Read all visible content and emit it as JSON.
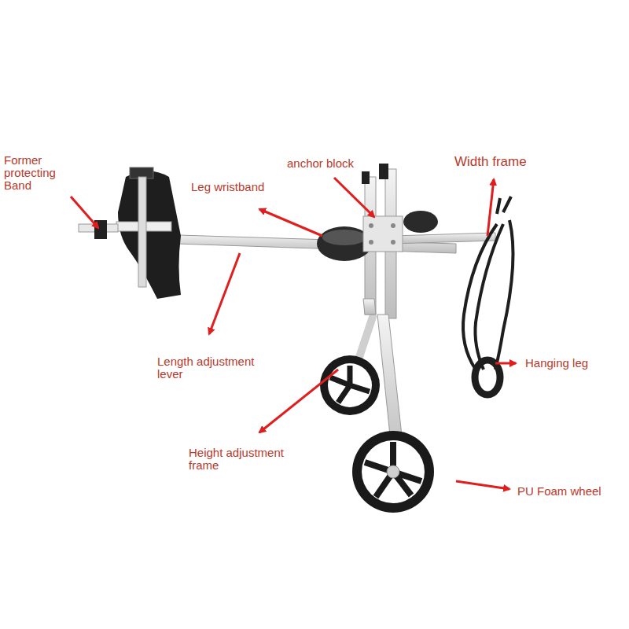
{
  "diagram": {
    "labels": [
      "Former protecting Band",
      "anchor block",
      "Width frame",
      "Leg wristband",
      "Length adjustment lever",
      "Hanging leg",
      "Height adjustment frame",
      "PU Foam wheel"
    ]
  }
}
